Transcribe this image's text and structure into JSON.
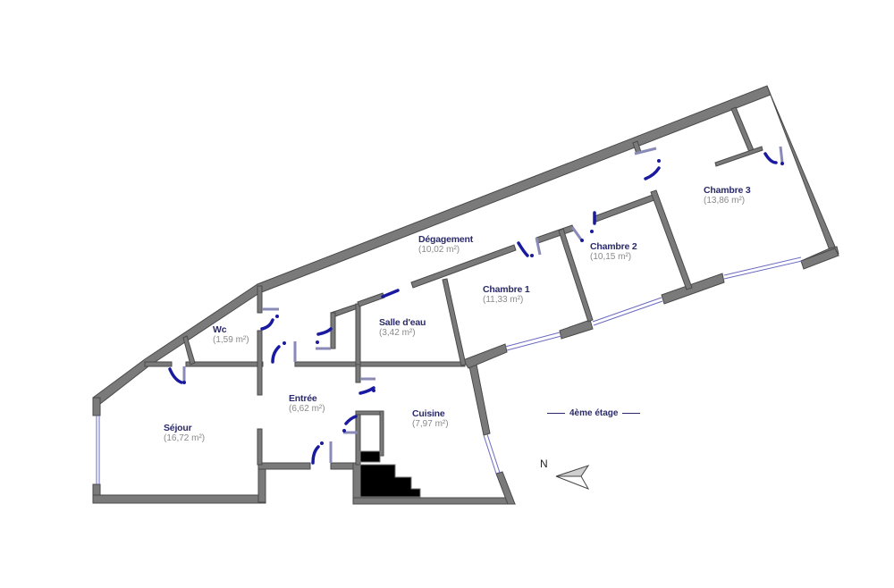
{
  "plan": {
    "floor_label": "4ème étage",
    "compass": {
      "label": "N"
    },
    "rooms": [
      {
        "id": "sejour",
        "name": "Séjour",
        "area": "(16,72 m²)"
      },
      {
        "id": "wc",
        "name": "Wc",
        "area": "(1,59 m²)"
      },
      {
        "id": "entree",
        "name": "Entrée",
        "area": "(6,62 m²)"
      },
      {
        "id": "salle-deau",
        "name": "Salle d'eau",
        "area": "(3,42 m²)"
      },
      {
        "id": "cuisine",
        "name": "Cuisine",
        "area": "(7,97 m²)"
      },
      {
        "id": "degagement",
        "name": "Dégagement",
        "area": "(10,02 m²)"
      },
      {
        "id": "chambre1",
        "name": "Chambre 1",
        "area": "(11,33 m²)"
      },
      {
        "id": "chambre2",
        "name": "Chambre 2",
        "area": "(10,15 m²)"
      },
      {
        "id": "chambre3",
        "name": "Chambre 3",
        "area": "(13,86 m²)"
      }
    ],
    "colors": {
      "wall": "#7a7a7a",
      "room_name": "#2a2a6a",
      "room_area": "#8a8a8a",
      "door": "#1a1aa0",
      "window": "#6a6ac0"
    }
  }
}
